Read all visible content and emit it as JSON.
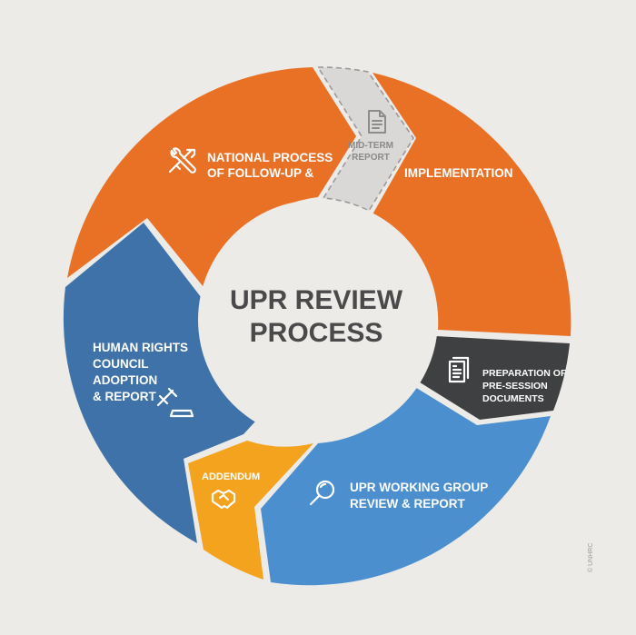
{
  "center": {
    "line1": "UPR REVIEW",
    "line2": "PROCESS"
  },
  "segments": {
    "followup": {
      "line1": "NATIONAL PROCESS",
      "line2": "OF FOLLOW-UP &",
      "icon": "tools-icon",
      "color": "#e87126"
    },
    "midterm": {
      "line1": "MID-TERM",
      "line2": "REPORT",
      "icon": "document-icon",
      "color": "#d9d8d6"
    },
    "implementation": {
      "line1": "IMPLEMENTATION",
      "color": "#e87126"
    },
    "presession": {
      "line1": "PREPARATION OF",
      "line2": "PRE-SESSION",
      "line3": "DOCUMENTS",
      "icon": "documents-stack-icon",
      "color": "#3f4042"
    },
    "working_group": {
      "line1": "UPR WORKING GROUP",
      "line2": "REVIEW & REPORT",
      "icon": "magnifier-icon",
      "color": "#4c8fcf"
    },
    "addendum": {
      "line1": "ADDENDUM",
      "icon": "handshake-icon",
      "color": "#f3a31d"
    },
    "hrc": {
      "line1": "HUMAN RIGHTS",
      "line2": "COUNCIL",
      "line3": "ADOPTION",
      "line4": "& REPORT",
      "icon": "gavel-icon",
      "color": "#3e72a8"
    }
  },
  "credit": "© UNHRC",
  "background": "#edebe8",
  "inner_circle": "#edebe8"
}
